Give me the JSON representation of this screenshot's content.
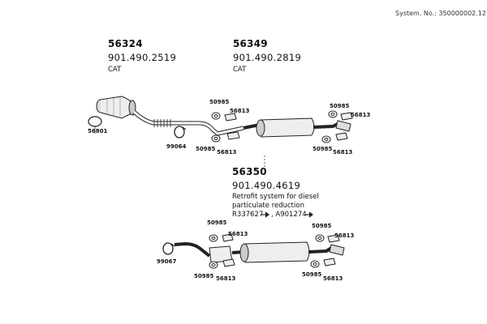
{
  "header": {
    "system_no": "System. No.: 350000002.12"
  },
  "top_left": {
    "part_no": "56324",
    "oe_no": "901.490.2519",
    "note": "CAT"
  },
  "top_middle": {
    "part_no": "56349",
    "oe_no": "901.490.2819",
    "note": "CAT"
  },
  "lower": {
    "part_no": "56350",
    "oe_no": "901.490.4619",
    "note_line1": "Retrofit system for diesel",
    "note_line2": "particulate reduction",
    "ref1": "R337627",
    "ref2": ", A901274"
  },
  "callouts": {
    "top_56801": "56801",
    "top_99064": "99064",
    "top_mid_50985_a": "50985",
    "top_mid_56813_a": "56813",
    "top_mid_50985_b": "50985",
    "top_mid_56813_b": "56813",
    "top_right_50985_a": "50985",
    "top_right_56813_a": "56813",
    "top_right_50985_b": "50985",
    "top_right_56813_b": "56813",
    "low_99067": "99067",
    "low_left_50985_a": "50985",
    "low_left_56813_a": "56813",
    "low_left_50985_b": "50985",
    "low_left_56813_b": "56813",
    "low_right_50985_a": "50985",
    "low_right_56813_a": "56813",
    "low_right_50985_b": "50985",
    "low_right_56813_b": "56813"
  }
}
